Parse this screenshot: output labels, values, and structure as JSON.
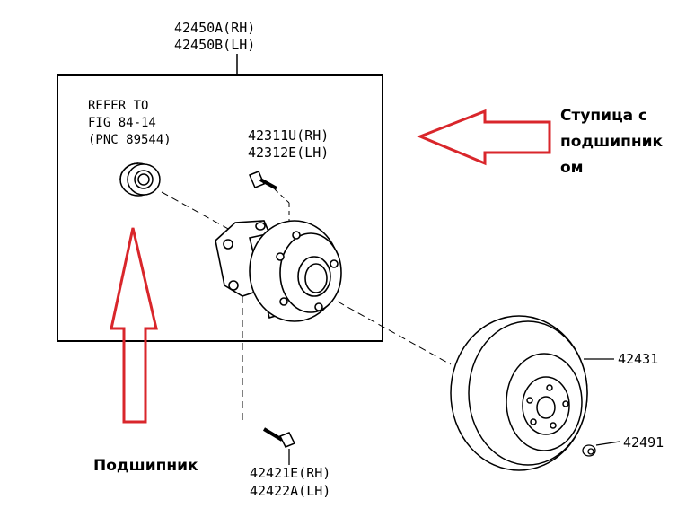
{
  "assembly": {
    "label_rh": "42450A(RH)",
    "label_lh": "42450B(LH)"
  },
  "refer": {
    "line1": "REFER TO",
    "line2": "FIG 84-14",
    "line3": "(PNC 89544)"
  },
  "hub_bolt": {
    "label_rh": "42311U(RH)",
    "label_lh": "42312E(LH)"
  },
  "hub_bolt_lower": {
    "label_rh": "42421E(RH)",
    "label_lh": "42422A(LH)"
  },
  "disc": {
    "label": "42431"
  },
  "plug": {
    "label": "42491"
  },
  "annotations": {
    "hub_with_bearing_line1": "Ступица с",
    "hub_with_bearing_line2": "подшипник",
    "hub_with_bearing_line3": "ом",
    "bearing": "Подшипник",
    "arrow_color": "#d9262b"
  }
}
